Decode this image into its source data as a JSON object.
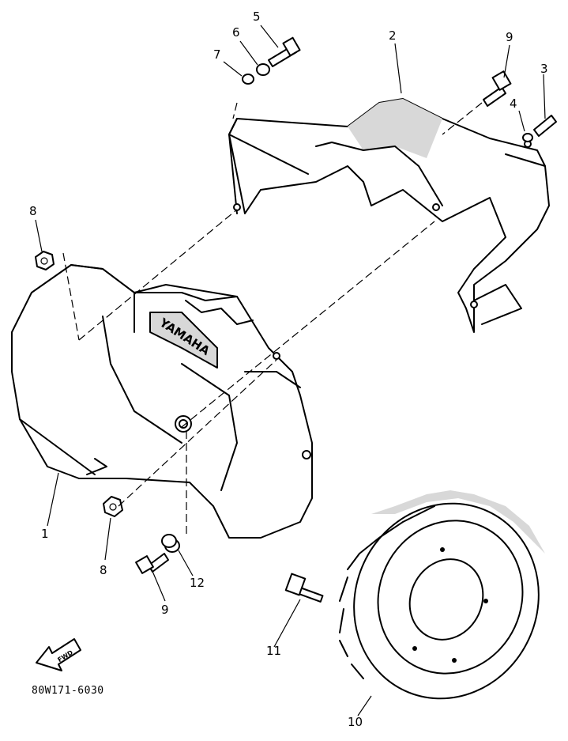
{
  "diagram": {
    "drawing_code": "80W171-6030",
    "fwd_label": "FWD",
    "brand_label": "YAMAHA",
    "callouts": [
      {
        "id": "1",
        "part": "lower-shroud"
      },
      {
        "id": "2",
        "part": "upper-shroud"
      },
      {
        "id": "3",
        "part": "bolt-upper-right"
      },
      {
        "id": "4",
        "part": "washer-upper-right"
      },
      {
        "id": "5",
        "part": "bolt-top"
      },
      {
        "id": "6",
        "part": "washer-top"
      },
      {
        "id": "7",
        "part": "collar-top"
      },
      {
        "id": "8",
        "part": "nut-left"
      },
      {
        "id": "9",
        "part": "bolt-flange-right"
      },
      {
        "id": "8",
        "part": "nut-lower"
      },
      {
        "id": "12",
        "part": "collar-lower"
      },
      {
        "id": "9",
        "part": "bolt-flange-lower"
      },
      {
        "id": "11",
        "part": "bolt-fan"
      },
      {
        "id": "10",
        "part": "cooling-fan"
      }
    ]
  }
}
